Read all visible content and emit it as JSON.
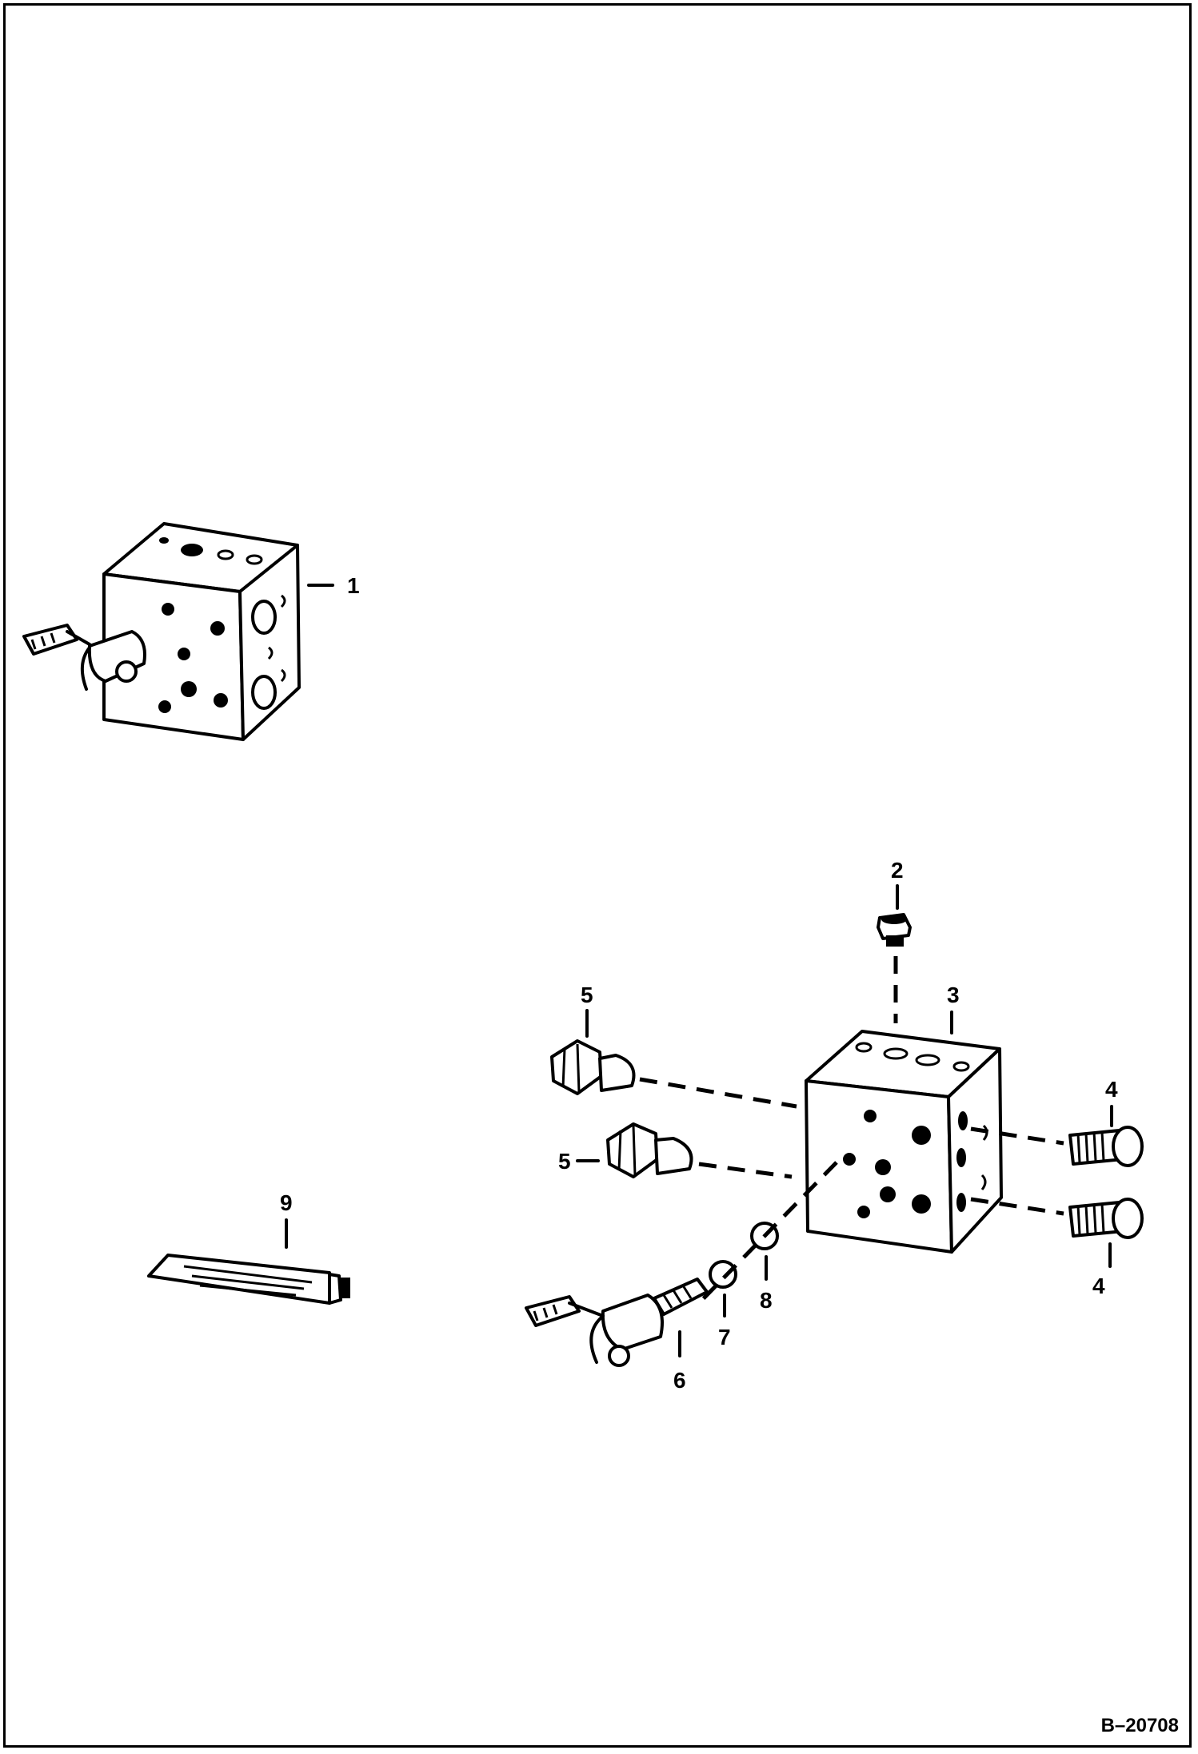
{
  "figure_code": "B–20708",
  "callouts": {
    "c1": "1",
    "c2": "2",
    "c3": "3",
    "c4a": "4",
    "c4b": "4",
    "c5a": "5",
    "c5b": "5",
    "c6": "6",
    "c7": "7",
    "c8": "8",
    "c9": "9"
  },
  "colors": {
    "ink": "#000000",
    "paper": "#ffffff"
  }
}
